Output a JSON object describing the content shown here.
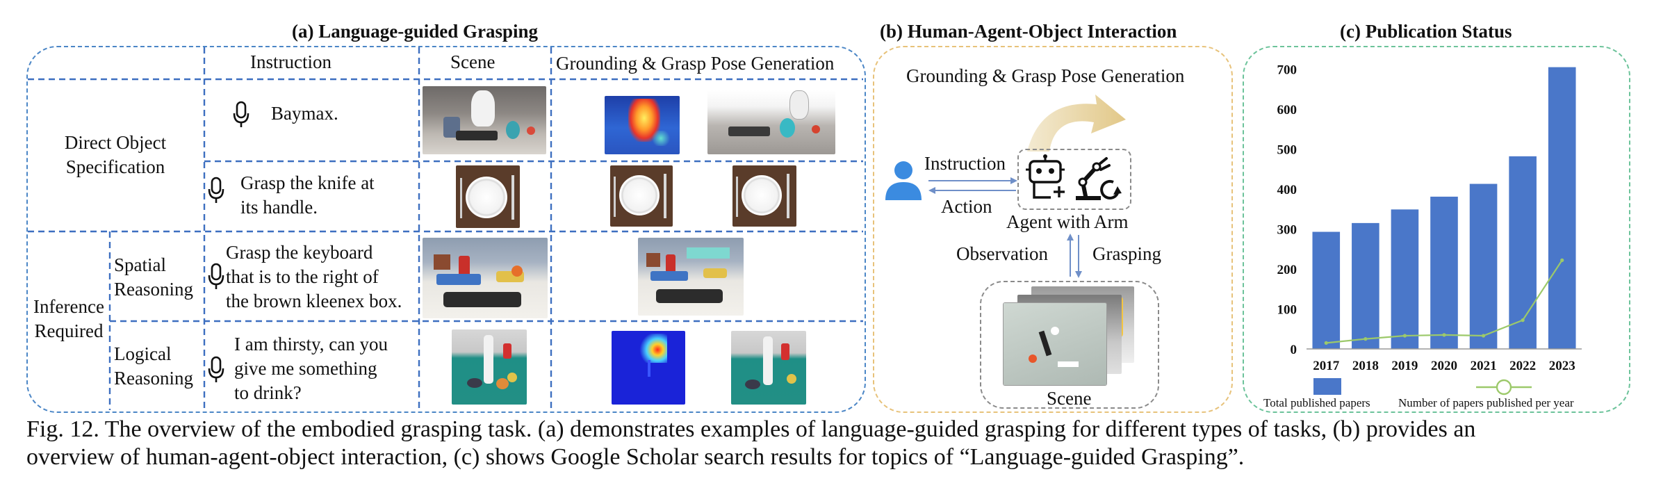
{
  "panel_a": {
    "title": "(a) Language-guided Grasping",
    "headers": [
      "Instruction",
      "Scene",
      "Grounding & Grasp Pose Generation"
    ],
    "group_direct": [
      "Direct Object",
      "Specification"
    ],
    "group_inference": [
      "Inference",
      "Required"
    ],
    "sub_spatial": [
      "Spatial",
      "Reasoning"
    ],
    "sub_logical": [
      "Logical",
      "Reasoning"
    ],
    "rows": [
      {
        "instruction": [
          "Baymax."
        ]
      },
      {
        "instruction": [
          "Grasp the knife at",
          "its handle."
        ]
      },
      {
        "instruction": [
          "Grasp the keyboard",
          "that is to the right of",
          "the brown kleenex box."
        ]
      },
      {
        "instruction": [
          "I am thirsty, can you",
          "give me something",
          "to drink?"
        ]
      }
    ]
  },
  "panel_b": {
    "title": "(b) Human-Agent-Object Interaction",
    "subtitle": "Grounding & Grasp Pose Generation",
    "instruction": "Instruction",
    "action": "Action",
    "agent": "Agent with Arm",
    "observation": "Observation",
    "grasping": "Grasping",
    "scene": "Scene"
  },
  "panel_c": {
    "title": "(c) Publication Status",
    "legend_bar": "Total published papers",
    "legend_line": "Number of papers published per year"
  },
  "chart_data": {
    "type": "bar",
    "categories": [
      "2017",
      "2018",
      "2019",
      "2020",
      "2021",
      "2022",
      "2023"
    ],
    "series": [
      {
        "name": "Total published papers",
        "type": "bar",
        "values": [
          293,
          315,
          349,
          381,
          413,
          482,
          705
        ]
      },
      {
        "name": "Number of papers published per year",
        "type": "line",
        "values": [
          15,
          25,
          33,
          35,
          33,
          72,
          222
        ]
      }
    ],
    "yticks": [
      0,
      100,
      200,
      300,
      400,
      500,
      600,
      700
    ],
    "ylim": [
      0,
      720
    ],
    "grid": false,
    "legend": "bottom",
    "colors": {
      "bar": "#4a77c9",
      "line": "#9cc96a"
    }
  },
  "caption": [
    "Fig. 12.  The overview of the embodied grasping task. (a) demonstrates examples of language-guided grasping for different types of tasks, (b) provides an",
    "overview of human-agent-object interaction, (c) shows Google Scholar search results for topics of “Language-guided Grasping”."
  ],
  "colors": {
    "panel_a_border": "#4b86c6",
    "panel_b_border": "#e7c27a",
    "panel_c_border": "#6cc39a",
    "grid_line": "#3d6fc0",
    "person": "#3b8be0"
  }
}
